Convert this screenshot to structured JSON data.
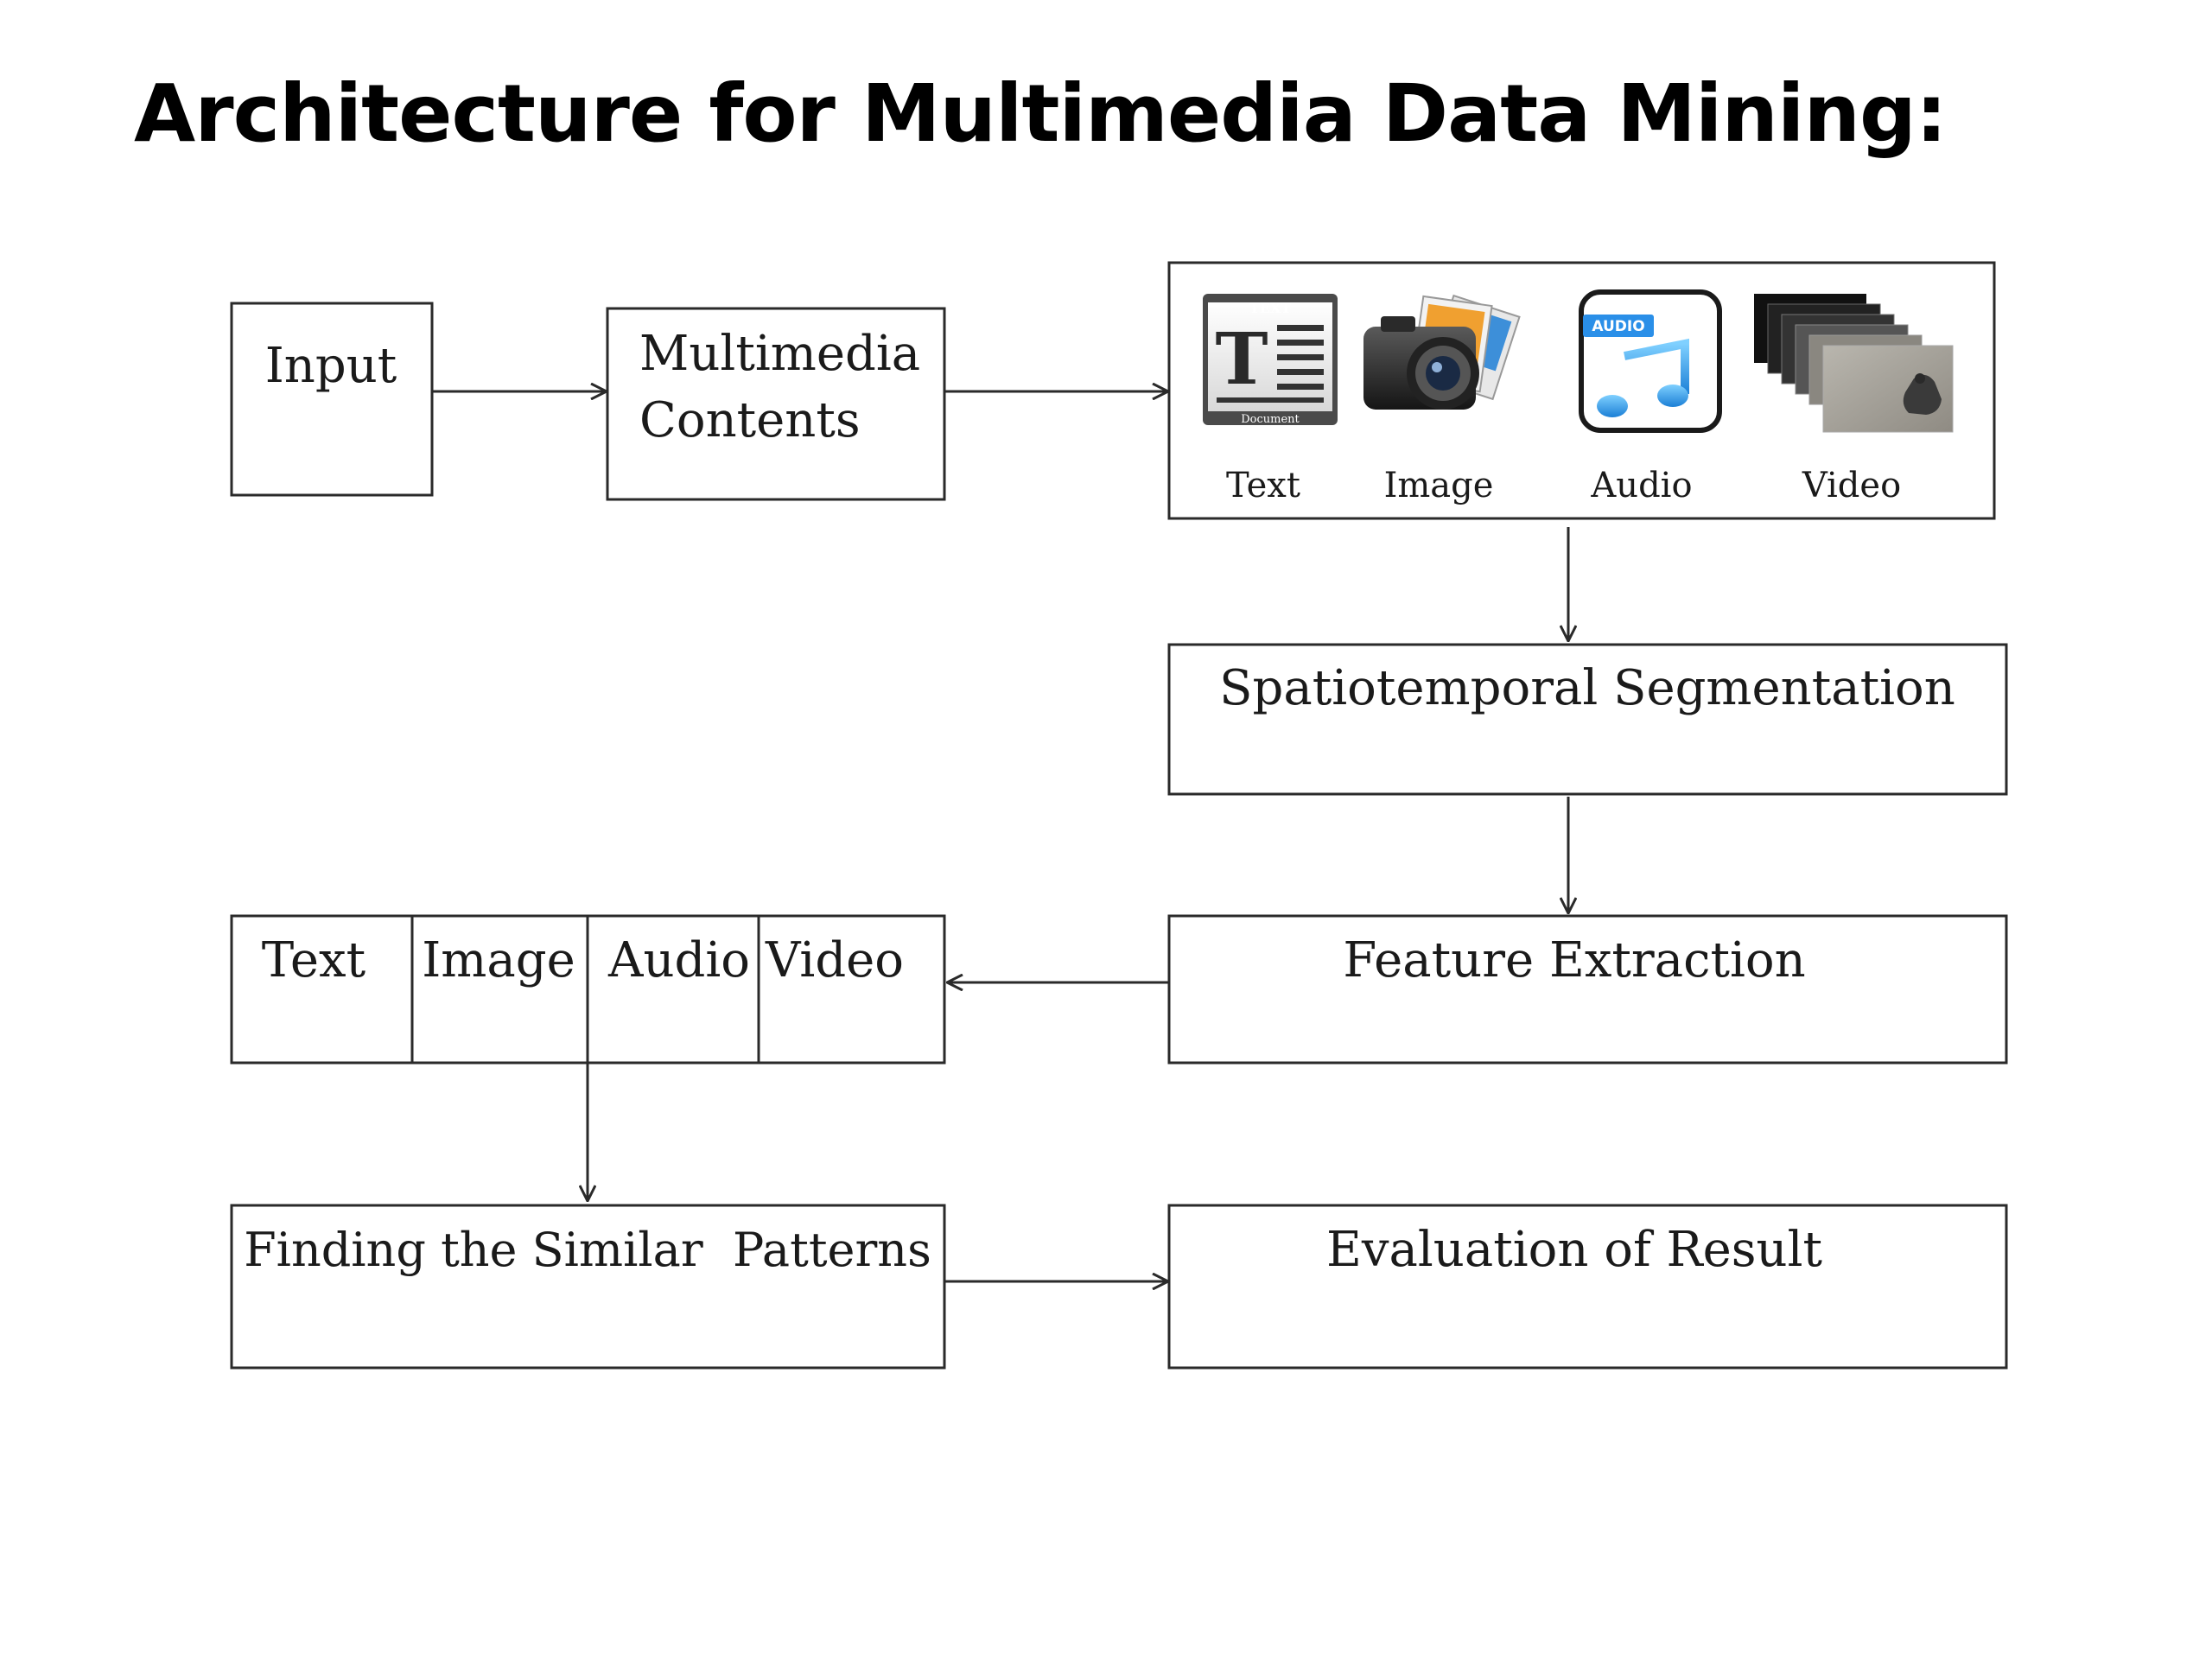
{
  "title": "Architecture for Multimedia Data Mining:",
  "nodes": {
    "input": "Input",
    "multimedia_line1": "Multimedia",
    "multimedia_line2": "Contents",
    "spatiotemporal": "Spatiotemporal Segmentation",
    "feature_extraction": "Feature Extraction",
    "finding_patterns": "Finding the Similar  Patterns",
    "evaluation": "Evaluation of Result"
  },
  "media_panel": {
    "text_icon_header": "TEXT",
    "text_icon_footer": "Document",
    "audio_icon_tag": "AUDIO",
    "items": [
      "Text",
      "Image",
      "Audio",
      "Video"
    ]
  },
  "feature_cells": [
    "Text",
    "Image",
    "Audio",
    "Video"
  ],
  "icons": [
    "text-document-icon",
    "camera-photos-icon",
    "audio-note-icon",
    "video-frames-icon"
  ]
}
